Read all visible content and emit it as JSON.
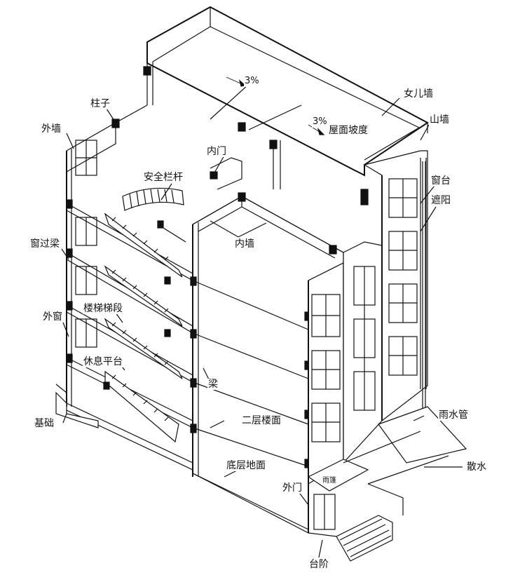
{
  "labels": {
    "slope_roof_1": "3%",
    "slope_roof_2": "3%",
    "roof_slope": "屋面坡度",
    "parapet": "女儿墙",
    "gable_wall": "山墙",
    "column": "柱子",
    "exterior_wall": "外墙",
    "interior_door": "内门",
    "safety_railing": "安全栏杆",
    "window_sill": "窗台",
    "sunshade": "遮阳",
    "interior_wall": "内墙",
    "window_lintel": "窗过梁",
    "stair_flight": "楼梯梯段",
    "exterior_window": "外窗",
    "landing": "休息平台",
    "beam": "梁",
    "foundation": "基础",
    "second_floor": "二层楼面",
    "downpipe": "雨水管",
    "apron": "散水",
    "ground_floor": "底层地面",
    "canopy": "雨篷",
    "exterior_door": "外门",
    "steps": "台阶"
  },
  "colors": {
    "line": "#111111",
    "background": "#ffffff"
  }
}
